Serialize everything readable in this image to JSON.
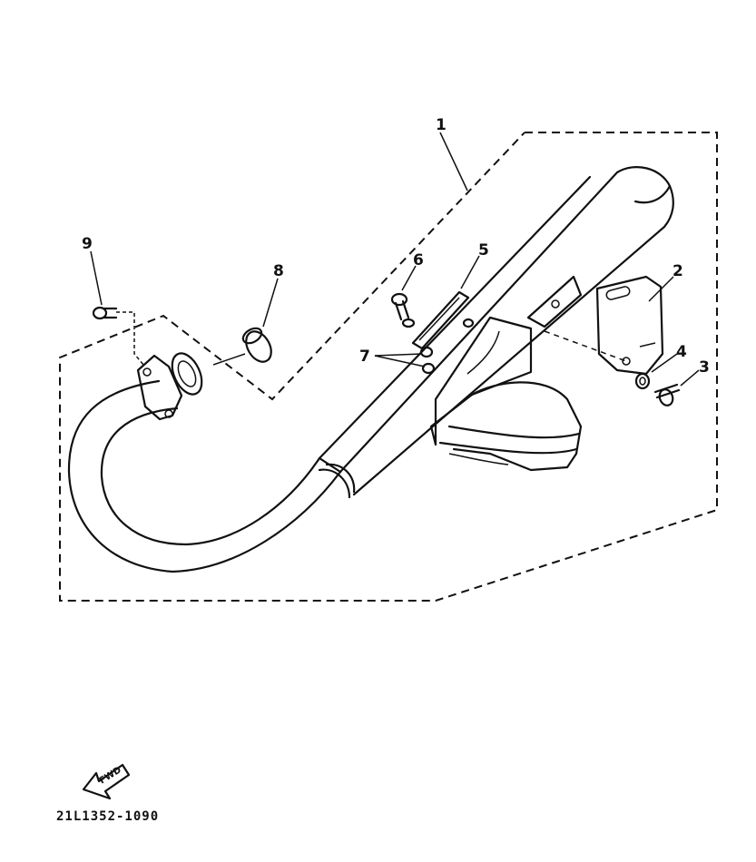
{
  "callouts": {
    "c1": "1",
    "c2": "2",
    "c3": "3",
    "c4": "4",
    "c5": "5",
    "c6": "6",
    "c7": "7",
    "c8": "8",
    "c9": "9"
  },
  "fwd_label": "FWD",
  "part_code": "21L1352-1090"
}
